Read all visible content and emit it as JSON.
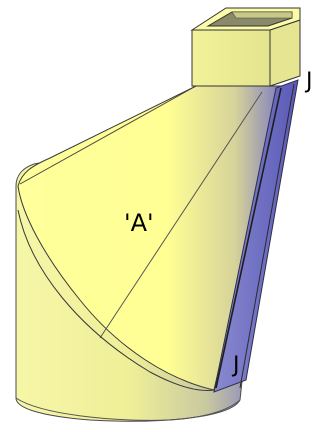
{
  "figure": {
    "labels": {
      "face": "'A'",
      "top_corner": "J",
      "bottom_corner": "J"
    }
  },
  "colors": {
    "background": "#ffffff",
    "surface_light": "#ffff99",
    "surface_mid": "#f0f08a",
    "surface_shadow": "#6f6fc6",
    "edge": "#3a3a3a"
  }
}
